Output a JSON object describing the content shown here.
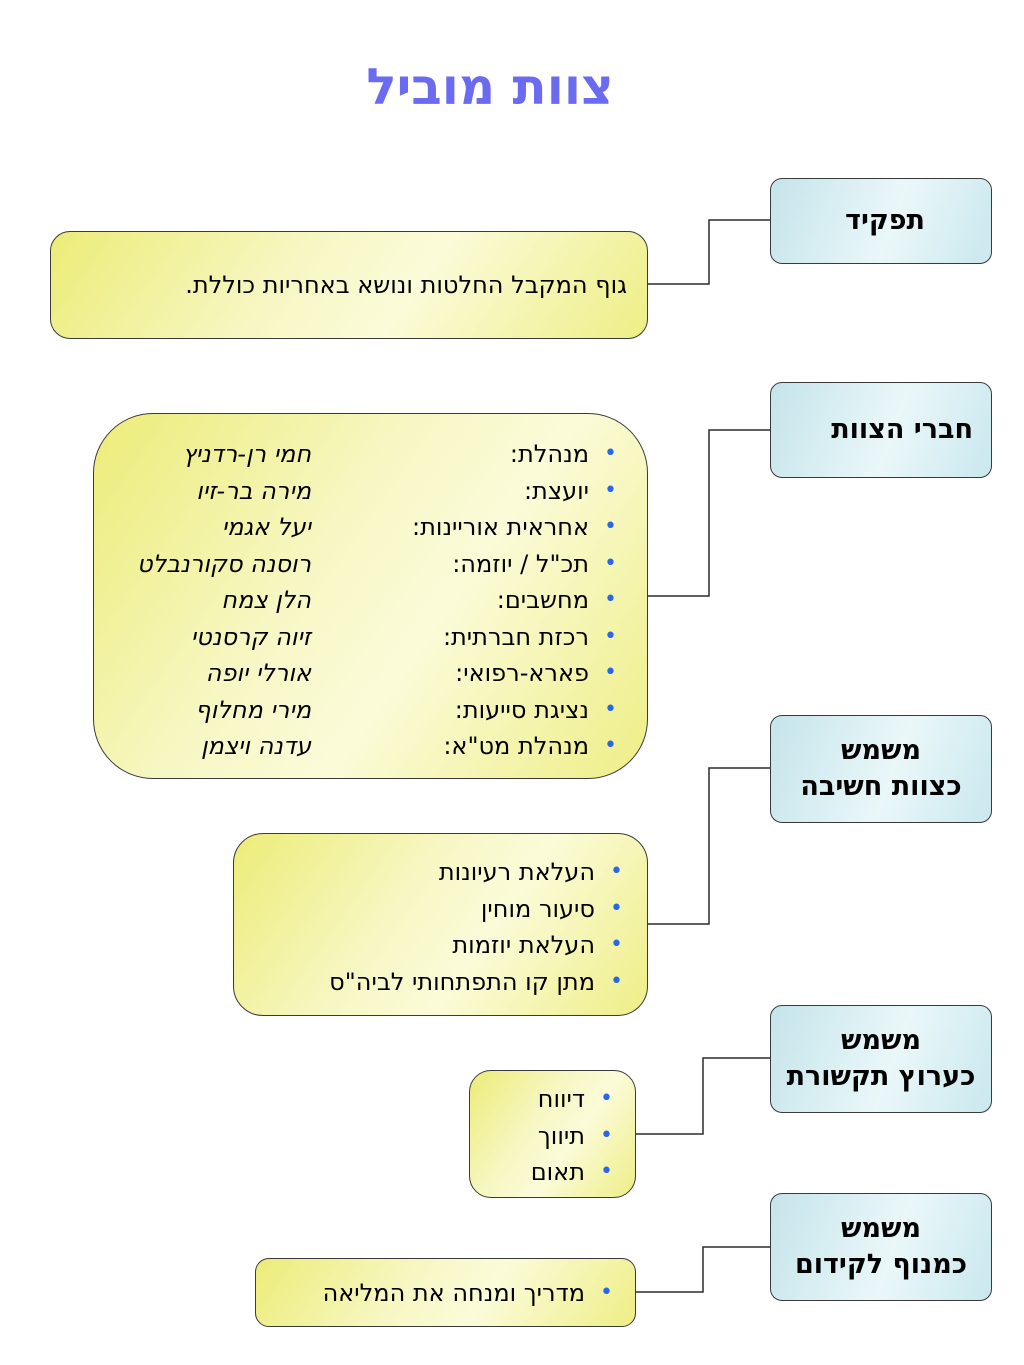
{
  "title": "צוות מוביל",
  "sections": [
    {
      "label": "תפקיד",
      "content_text": "גוף המקבל החלטות ונושא באחריות כוללת."
    },
    {
      "label": "חברי הצוות",
      "members": [
        {
          "role": "מנהלת:",
          "name": "חמי רן-רדניץ"
        },
        {
          "role": "יועצת:",
          "name": "מירה בר-זיו"
        },
        {
          "role": "אחראית אוריינות:",
          "name": "יעל אגמי"
        },
        {
          "role": "תכ\"ל / יוזמה:",
          "name": "רוסנה סקורנבלט"
        },
        {
          "role": "מחשבים:",
          "name": "הלן צמח"
        },
        {
          "role": "רכזת חברתית:",
          "name": "זיוה קרסנטי"
        },
        {
          "role": "פארא-רפואי:",
          "name": "אורלי יופה"
        },
        {
          "role": "נציגת סייעות:",
          "name": "מירי מחלוף"
        },
        {
          "role": "מנהלת מט\"א:",
          "name": "עדנה ויצמן"
        }
      ]
    },
    {
      "label": "משמש\nכצוות חשיבה",
      "items": [
        "העלאת רעיונות",
        "סיעור מוחין",
        "העלאת יוזמות",
        "מתן קו התפתחותי לביה\"ס"
      ]
    },
    {
      "label": "משמש\nכערוץ תקשורת",
      "items": [
        "דיווח",
        "תיווך",
        "תאום"
      ]
    },
    {
      "label": "משמש\nכמנוף לקידום",
      "items": [
        "מדריך ומנחה את המליאה"
      ]
    }
  ],
  "colors": {
    "title": "#6b6bf2",
    "bullet": "#2a66e8",
    "label_fill": "#dcf0f3",
    "content_fill": "#f6f6c0",
    "border": "#3a3a3a"
  }
}
